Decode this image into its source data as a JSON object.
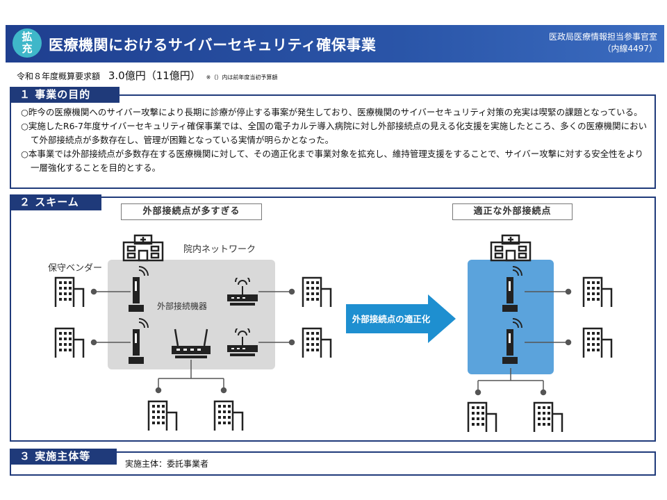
{
  "header": {
    "badge_line1": "拡",
    "badge_line2": "充",
    "title": "医療機関におけるサイバーセキュリティ確保事業",
    "org_line1": "医政局医療情報担当参事官室",
    "org_line2": "（内線4497）"
  },
  "budget": {
    "label": "令和８年度概算要求額",
    "amount": "3.0億円（11億円）",
    "note": "※（）内は前年度当初予算額"
  },
  "section1": {
    "heading": "１ 事業の目的",
    "paragraphs": [
      "○昨今の医療機関へのサイバー攻撃により長期に診療が停止する事案が発生しており、医療機関のサイバーセキュリティ対策の充実は喫緊の課題となっている。",
      "○実施したR6-7年度サイバーセキュリティ確保事業では、全国の電子カルテ導入病院に対し外部接続点の見える化支援を実施したところ、多くの医療機関において外部接続点が多数存在し、管理が困難となっている実情が明らかとなった。",
      "○本事業では外部接続点が多数存在する医療機関に対して、その適正化まで事業対象を拡充し、維持管理支援をすることで、サイバー攻撃に対する安全性をより一層強化することを目的とする。"
    ]
  },
  "section2": {
    "heading": "２ スキーム",
    "left_label": "外部接続点が多すぎる",
    "right_label": "適正な外部接続点",
    "network_label": "院内ネットワーク",
    "vendor_label": "保守ベンダー",
    "device_label": "外部接続機器",
    "arrow_label": "外部接続点の適正化"
  },
  "section3": {
    "heading": "３ 実施主体等",
    "text": "実施主体：委託事業者"
  },
  "colors": {
    "navy": "#1f3a7a",
    "header_blue": "#2a55a8",
    "badge": "#3fb7c9",
    "arrow": "#1e8fd0",
    "blue_area": "#5ba3dc",
    "gray_area": "#d9d9d9"
  },
  "icons": [
    "hospital-icon",
    "building-icon",
    "router-icon",
    "wifi-device-icon",
    "arrow-right-icon"
  ]
}
